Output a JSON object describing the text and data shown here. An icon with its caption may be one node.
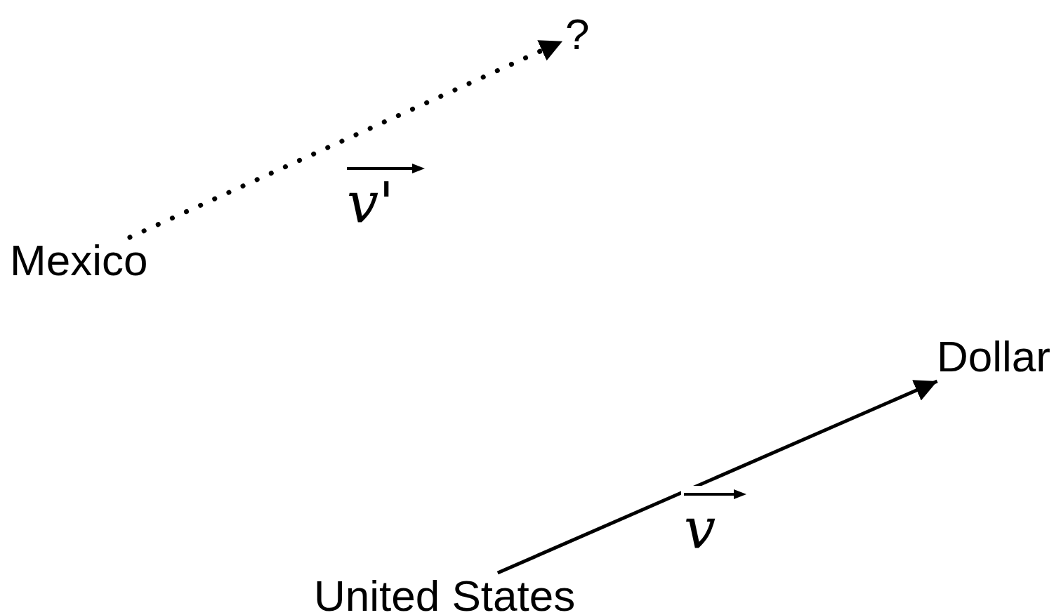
{
  "diagram": {
    "nodes": [
      {
        "text": [
          "?"
        ]
      },
      {
        "text": [
          "Mexico"
        ]
      },
      {
        "text": [
          "Dollar"
        ]
      },
      {
        "text": [
          "United States"
        ]
      }
    ],
    "edges": [
      {
        "from": 1,
        "to": 0,
        "arrow": "to",
        "style": "dashed",
        "label": "v'"
      },
      {
        "from": 3,
        "to": 2,
        "arrow": "to",
        "label": "v"
      }
    ]
  }
}
